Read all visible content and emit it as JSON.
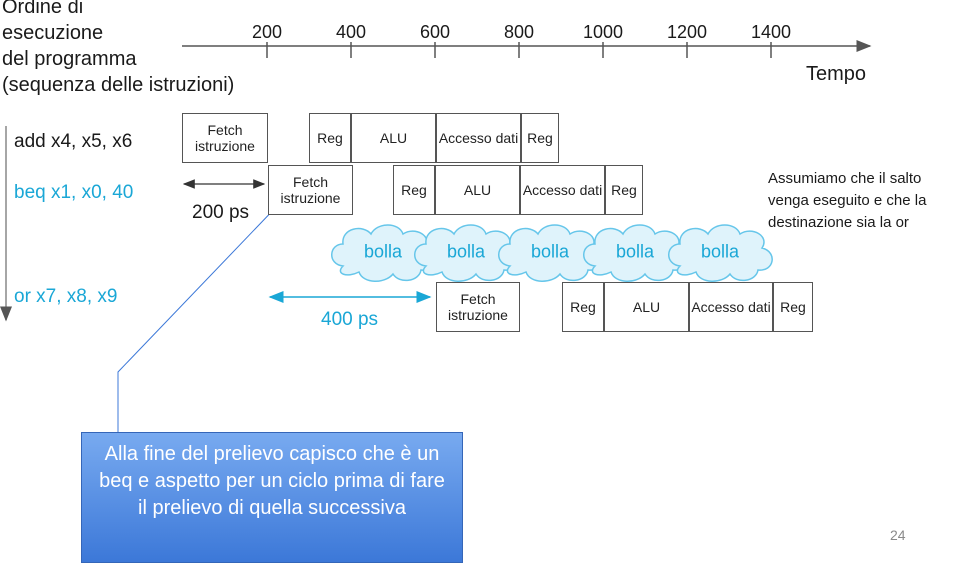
{
  "order_label": [
    "Ordine di",
    "esecuzione",
    "del programma",
    "(sequenza delle istruzioni)"
  ],
  "time_axis": {
    "ticks": [
      "200",
      "400",
      "600",
      "800",
      "1000",
      "1200",
      "1400"
    ],
    "label": "Tempo"
  },
  "instructions": [
    {
      "text": "add x4, x5, x6",
      "color": "#1a1a1a"
    },
    {
      "text": "beq x1, x0, 40",
      "color": "#1aa7d6"
    },
    {
      "text": "or x7, x8, x9",
      "color": "#1aa7d6"
    }
  ],
  "stages": {
    "fetch": "Fetch istruzione",
    "reg": "Reg",
    "alu": "ALU",
    "mem": "Accesso dati"
  },
  "intervals": {
    "first": "200 ps",
    "second": "400 ps"
  },
  "bubbles": [
    "bolla",
    "bolla",
    "bolla",
    "bolla",
    "bolla"
  ],
  "note": [
    "Assumiamo che il salto",
    "venga eseguito e che la",
    "destinazione sia la or"
  ],
  "callout": "Alla fine del prelievo capisco che è un beq e aspetto per un ciclo prima di fare il prelievo di quella successiva",
  "page_number": "24",
  "colors": {
    "accent": "#1aa7d6",
    "callout_bg": "#4a86e8"
  }
}
